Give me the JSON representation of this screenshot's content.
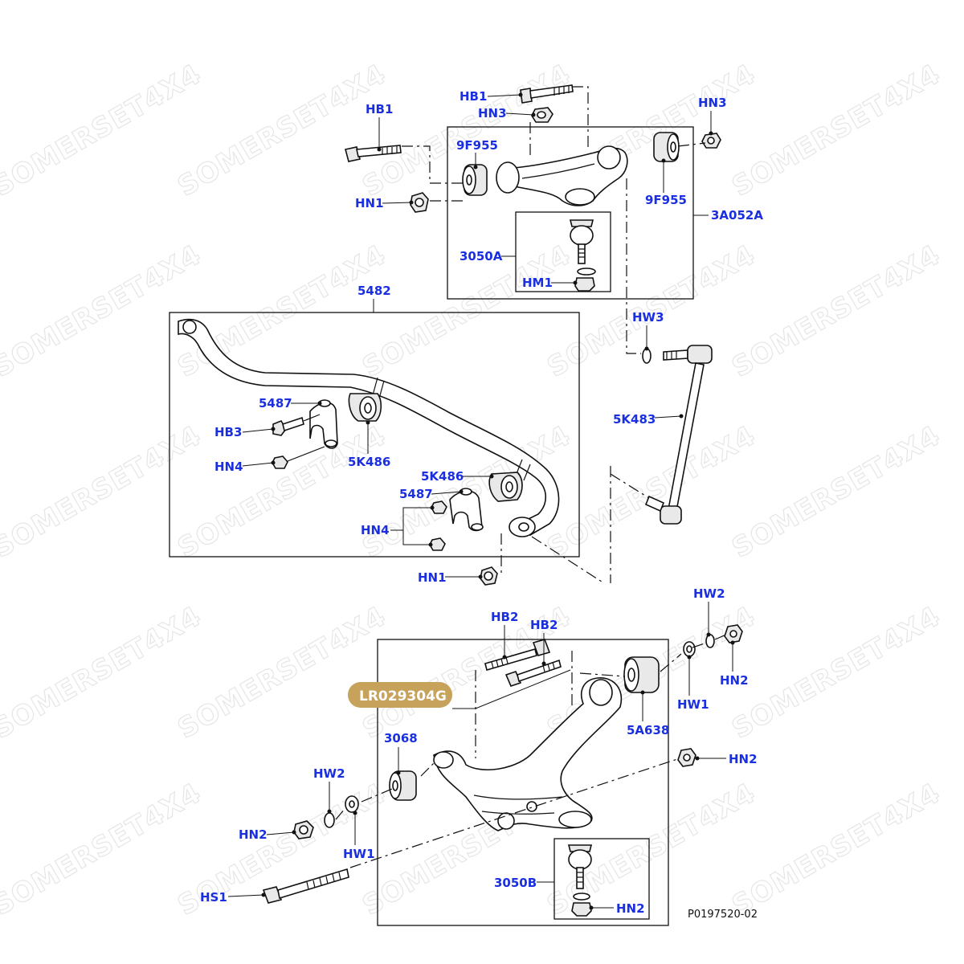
{
  "watermark": "SOMERSET4X4",
  "highlight": {
    "part_number": "LR029304G",
    "color": "#c6a25a"
  },
  "colors": {
    "callout_text": "#1a2fe0",
    "linework": "#111111"
  },
  "callouts": {
    "HB1_a": "HB1",
    "HB1_b": "HB1",
    "HN3_a": "HN3",
    "HN3_b": "HN3",
    "9F955_a": "9F955",
    "9F955_b": "9F955",
    "HN1_a": "HN1",
    "HN1_b": "HN1",
    "3A052A": "3A052A",
    "3050A": "3050A",
    "HM1": "HM1",
    "5482": "5482",
    "HW3": "HW3",
    "5487_a": "5487",
    "5487_b": "5487",
    "HB3": "HB3",
    "5K486_a": "5K486",
    "5K486_b": "5K486",
    "HN4_a": "HN4",
    "HN4_b": "HN4",
    "5K483": "5K483",
    "HB2_a": "HB2",
    "HB2_b": "HB2",
    "HW2_a": "HW2",
    "HW2_b": "HW2",
    "HN2_a": "HN2",
    "HN2_b": "HN2",
    "HN2_c": "HN2",
    "HN2_d": "HN2",
    "HW1_a": "HW1",
    "HW1_b": "HW1",
    "5A638": "5A638",
    "3068": "3068",
    "3050B": "3050B",
    "HS1": "HS1"
  },
  "figure_ref": "P0197520-02"
}
